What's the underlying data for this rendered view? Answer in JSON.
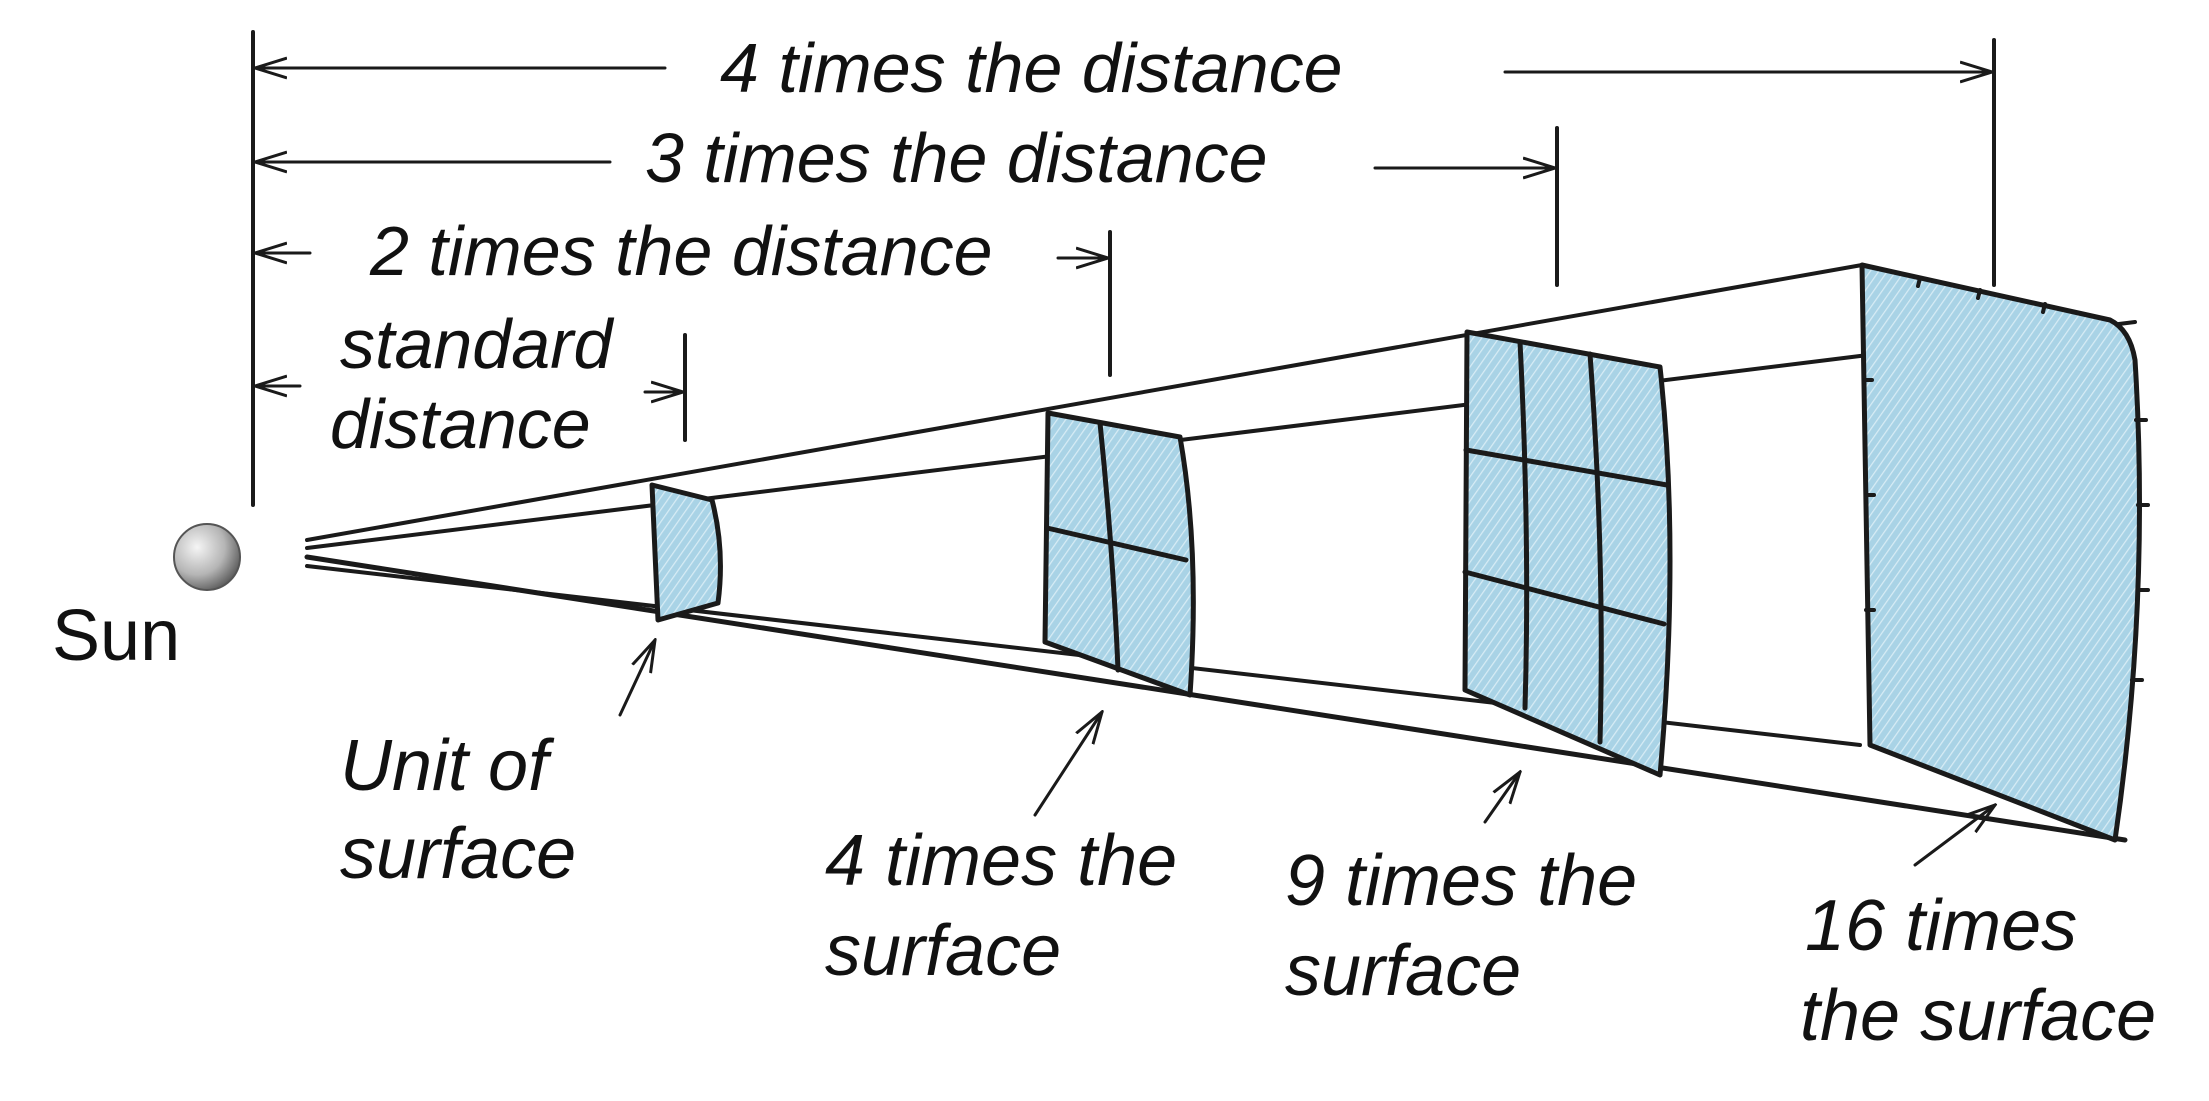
{
  "labels": {
    "sun": "Sun",
    "dist4": "4 times the distance",
    "dist3": "3 times the distance",
    "dist2": "2 times the distance",
    "standard_line1": "standard",
    "standard_line2": "distance",
    "unit_line1": "Unit of",
    "unit_line2": "surface",
    "surf4_line1": "4 times the",
    "surf4_line2": "surface",
    "surf9_line1": "9 times the",
    "surf9_line2": "surface",
    "surf16_line1": "16 times",
    "surf16_line2": "the surface"
  },
  "colors": {
    "plane_fill": "#a9d3e6",
    "plane_hatch": "#d7ecf5",
    "line": "#1a1a1a",
    "sun_light": "#f2f2f2",
    "sun_dark": "#6e6e6e"
  }
}
